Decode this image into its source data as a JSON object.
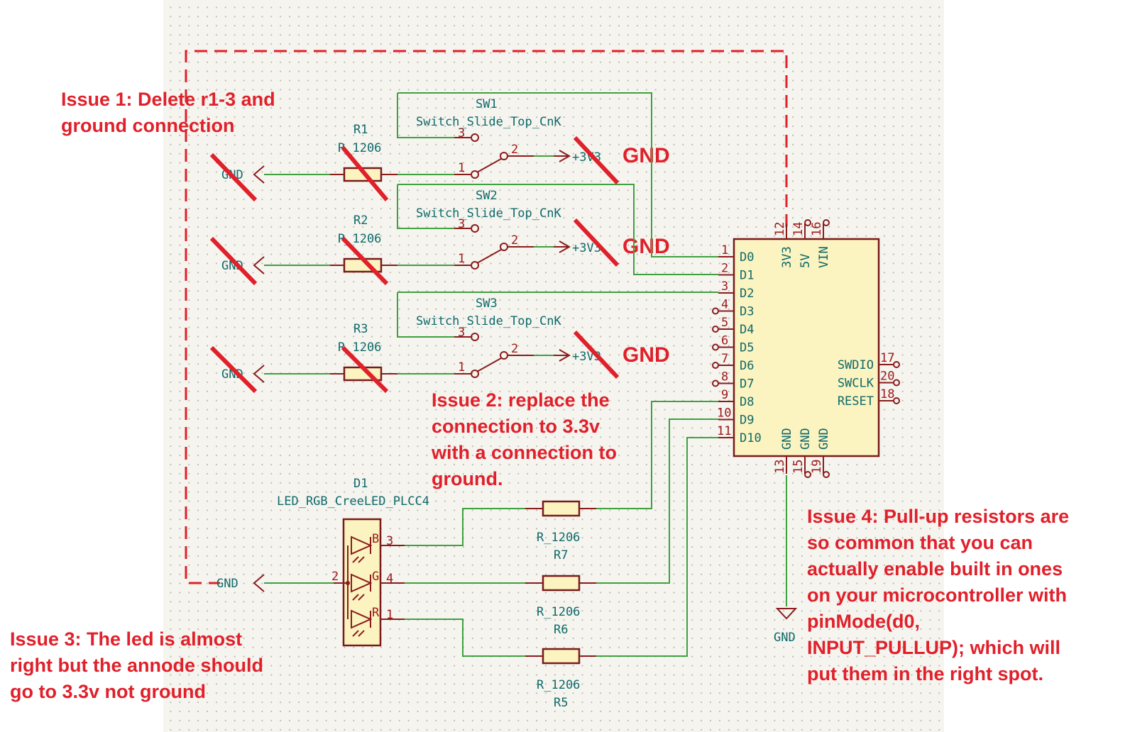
{
  "notes": {
    "issue1": "Issue 1: Delete r1-3 and\nground connection",
    "issue2": "Issue 2: replace the\nconnection to 3.3v\nwith a connection to\nground.",
    "issue3": "Issue 3: The led is almost\nright but the annode should\ngo to 3.3v not ground",
    "issue4": "Issue 4: Pull-up resistors are\nso common that you can\nactually enable built in ones\non your microcontroller with\npinMode(d0,\nINPUT_PULLUP); which will\nput them in the right spot."
  },
  "replacement_label": "GND",
  "power": {
    "gnd": "GND",
    "v33": "+3V3"
  },
  "switches": [
    {
      "ref": "SW1",
      "value": "Switch_Slide_Top_CnK"
    },
    {
      "ref": "SW2",
      "value": "Switch_Slide_Top_CnK"
    },
    {
      "ref": "SW3",
      "value": "Switch_Slide_Top_CnK"
    }
  ],
  "switch_pins": [
    "1",
    "2",
    "3"
  ],
  "pullup_resistors": [
    {
      "ref": "R1",
      "value": "R_1206"
    },
    {
      "ref": "R2",
      "value": "R_1206"
    },
    {
      "ref": "R3",
      "value": "R_1206"
    }
  ],
  "led_resistors": [
    {
      "ref": "R7",
      "value": "R_1206"
    },
    {
      "ref": "R6",
      "value": "R_1206"
    },
    {
      "ref": "R5",
      "value": "R_1206"
    }
  ],
  "led": {
    "ref": "D1",
    "value": "LED_RGB_CreeLED_PLCC4",
    "channels": [
      "B",
      "G",
      "R"
    ],
    "pins": [
      "3",
      "4",
      "1"
    ],
    "anode_pin": "2"
  },
  "mcu": {
    "left_pins": [
      {
        "num": "1",
        "name": "D0"
      },
      {
        "num": "2",
        "name": "D1"
      },
      {
        "num": "3",
        "name": "D2"
      },
      {
        "num": "4",
        "name": "D3"
      },
      {
        "num": "5",
        "name": "D4"
      },
      {
        "num": "6",
        "name": "D5"
      },
      {
        "num": "7",
        "name": "D6"
      },
      {
        "num": "8",
        "name": "D7"
      },
      {
        "num": "9",
        "name": "D8"
      },
      {
        "num": "10",
        "name": "D9"
      },
      {
        "num": "11",
        "name": "D10"
      }
    ],
    "top_pins": [
      {
        "num": "12",
        "name": "3V3"
      },
      {
        "num": "14",
        "name": "5V"
      },
      {
        "num": "16",
        "name": "VIN"
      }
    ],
    "right_pins": [
      {
        "num": "17",
        "name": "SWDIO"
      },
      {
        "num": "20",
        "name": "SWCLK"
      },
      {
        "num": "18",
        "name": "RESET"
      }
    ],
    "bottom_pins": [
      {
        "num": "13",
        "name": "GND"
      },
      {
        "num": "15",
        "name": "GND"
      },
      {
        "num": "19",
        "name": "GND"
      }
    ]
  }
}
